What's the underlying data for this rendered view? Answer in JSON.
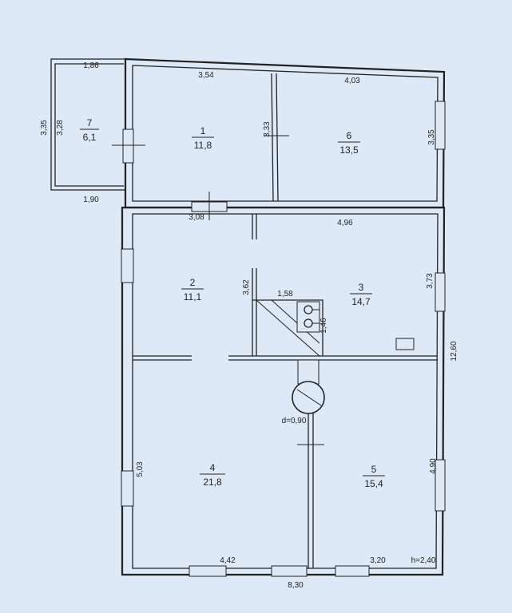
{
  "rooms": [
    {
      "num": "1",
      "area": "11,8"
    },
    {
      "num": "2",
      "area": "11,1"
    },
    {
      "num": "3",
      "area": "14,7"
    },
    {
      "num": "4",
      "area": "21,8"
    },
    {
      "num": "5",
      "area": "15,4"
    },
    {
      "num": "6",
      "area": "13,5"
    },
    {
      "num": "7",
      "area": "6,1"
    }
  ],
  "dims": {
    "d186": "1,86",
    "d354": "3,54",
    "d403": "4,03",
    "d335a": "3,35",
    "d328": "3,28",
    "d333": "3,33",
    "d335b": "3,35",
    "d190": "1,90",
    "d308": "3,08",
    "d496": "4,96",
    "d362": "3,62",
    "d158": "1,58",
    "d146": "1,46",
    "d373": "3,73",
    "d1260": "12,60",
    "d503": "5,03",
    "d490": "4,90",
    "d442": "4,42",
    "d320": "3,20",
    "height": "h=2,40",
    "d830": "8,30",
    "stove_d": "d=0,90"
  }
}
